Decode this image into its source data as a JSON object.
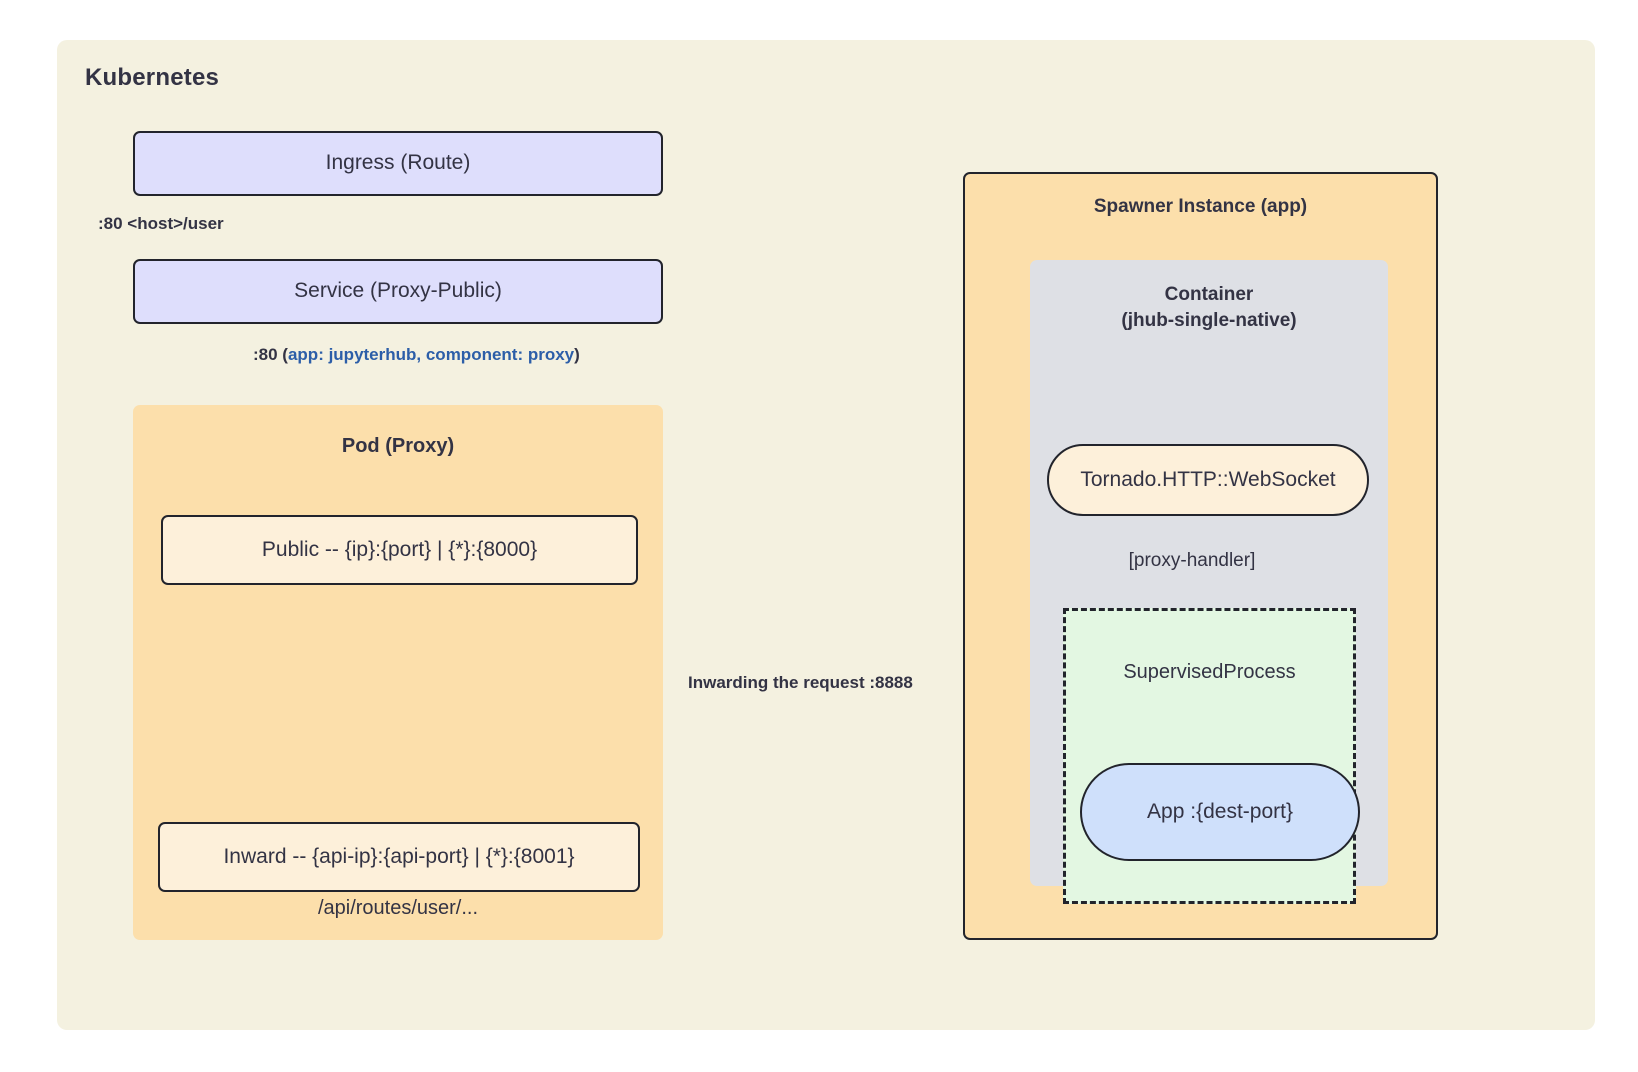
{
  "diagram": {
    "title": "Kubernetes",
    "type": "architecture-flow"
  },
  "cluster": {
    "label": "Kubernetes"
  },
  "nodes": {
    "ingress": {
      "label": "Ingress (Route)",
      "fill": "#dedefc",
      "shape": "rect"
    },
    "service": {
      "label": "Service (Proxy-Public)",
      "fill": "#dedefc",
      "shape": "rect"
    },
    "pod_proxy": {
      "label": "Pod (Proxy)",
      "fill": "#fcdfab",
      "shape": "group"
    },
    "public": {
      "label": "Public -- {ip}:{port} | {*}:{8000}",
      "fill": "#fdf0da",
      "shape": "rect"
    },
    "inward": {
      "label": "Inward -- {api-ip}:{api-port} | {*}:{8001}",
      "fill": "#fdf0da",
      "shape": "rect"
    },
    "api_routes": {
      "label": "/api/routes/user/..."
    },
    "spawner": {
      "label": "Spawner Instance (app)",
      "fill": "#fcdfab",
      "shape": "group"
    },
    "container": {
      "label_line1": "Container",
      "label_line2": "(jhub-single-native)",
      "fill": "#dee0e5",
      "shape": "group"
    },
    "websocket": {
      "label": "Tornado.HTTP::WebSocket",
      "fill": "#fdf0da",
      "shape": "pill"
    },
    "supervised": {
      "label": "SupervisedProcess",
      "fill": "#e3f7e2",
      "shape": "dashed-rect"
    },
    "app": {
      "label": "App :{dest-port}",
      "fill": "#cfe0fb",
      "shape": "pill"
    }
  },
  "edges": {
    "ingress_to_service": {
      "label": ":80 <host>/user",
      "from": "ingress",
      "to": "service"
    },
    "service_to_pod": {
      "label_port": ":80 (",
      "label_selector": "app: jupyterhub, component: proxy",
      "label_close": ")",
      "from": "service",
      "to": "pod_proxy",
      "selector_color": "#2c5ea8"
    },
    "public_inward_bidirectional": {
      "label": "",
      "from": "public",
      "to": "inward",
      "direction": "bidirectional"
    },
    "inward_to_spawner": {
      "label": "Inwarding the request :8888",
      "from": "inward",
      "to": "spawner"
    },
    "supervised_to_websocket": {
      "label": "[proxy-handler]",
      "from": "supervised",
      "to": "websocket"
    }
  },
  "colors": {
    "background": "#ffffff",
    "cluster_bg": "#f4f1e0",
    "stroke": "#22242c",
    "text": "#333344",
    "accent_blue": "#2c5ea8"
  }
}
